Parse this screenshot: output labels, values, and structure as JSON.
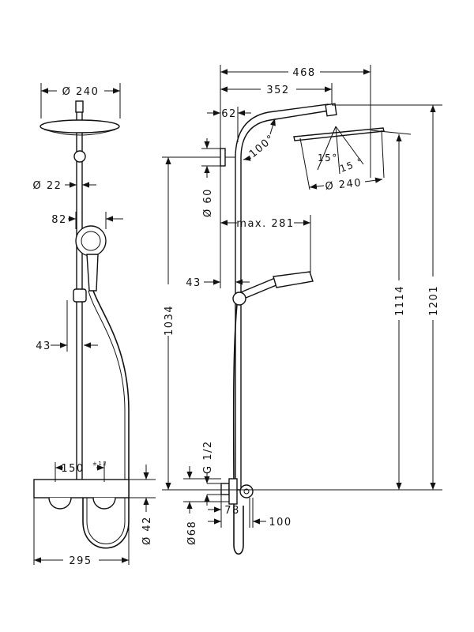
{
  "title": "Shower system dimension drawing",
  "front_view": {
    "head_diameter": "Ø 240",
    "pipe_diameter": "Ø 22",
    "hand_shower_width": "82",
    "hand_shower_offset": "43",
    "connection_spacing": "150",
    "connection_tolerance": "±12",
    "thermostat_width": "295",
    "thermostat_diameter": "Ø 42"
  },
  "side_view": {
    "total_projection": "468",
    "arm_projection": "352",
    "wall_distance": "62",
    "arm_angle": "100°",
    "head_tilt_1": "15°",
    "head_tilt_2": "15 °",
    "head_diameter": "Ø 240",
    "bracket_diameter": "Ø 60",
    "hand_shower_reach": "max. 281",
    "hand_shower_offset": "43",
    "bracket_height": "1034",
    "head_height": "1114",
    "total_height": "1201",
    "thread": "G 1/2",
    "rosette_diameter": "Ø68",
    "depth_78": "78",
    "depth_100": "100"
  }
}
